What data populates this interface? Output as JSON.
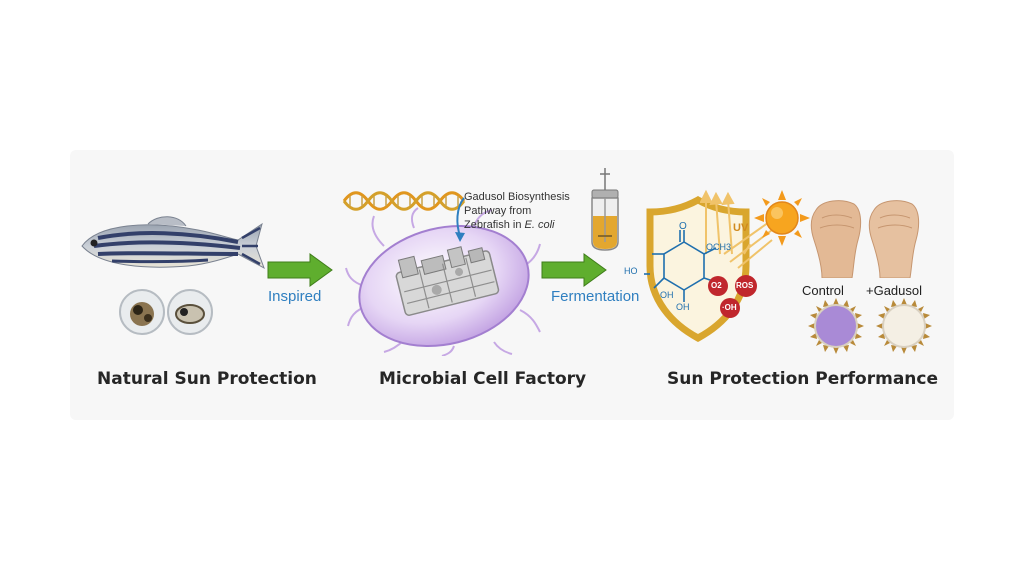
{
  "panels": {
    "natural": {
      "caption": "Natural Sun Protection"
    },
    "factory": {
      "caption": "Microbial Cell Factory"
    },
    "performance": {
      "caption": "Sun Protection Performance"
    }
  },
  "arrows": {
    "inspired": "Inspired",
    "fermentation": "Fermentation"
  },
  "pathway_note": {
    "line1": "Gadusol Biosynthesis",
    "line2": "Pathway from",
    "line3_prefix": "Zebrafish in ",
    "line3_organism": "E. coli"
  },
  "molecule": {
    "ho": "HO",
    "o": "O",
    "och3": "OCH3",
    "oh1": "OH",
    "oh2": "OH"
  },
  "radicals": {
    "o2": "O2",
    "ros": "ROS",
    "oh": "·OH"
  },
  "uv_label": "UV",
  "comparison": {
    "control": "Control",
    "gadusol": "+Gadusol"
  },
  "colors": {
    "arrow_green": "#5fae2e",
    "accent_blue": "#2f7fc0",
    "cell_purple": "#c8a9e6",
    "shield_gold": "#d9a62e",
    "radical_red": "#c0272d",
    "sun_orange": "#f39a1c",
    "control_disc": "#a98ad6",
    "gadusol_disc": "#f4efe4"
  }
}
